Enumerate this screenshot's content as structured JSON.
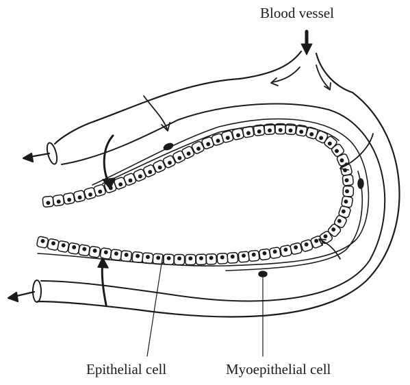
{
  "labels": {
    "blood_vessel": "Blood vessel",
    "epithelial_cell": "Epithelial cell",
    "myoepithelial_cell": "Myoepithelial cell"
  },
  "colors": {
    "ink": "#1a1a1a",
    "background": "#ffffff"
  }
}
